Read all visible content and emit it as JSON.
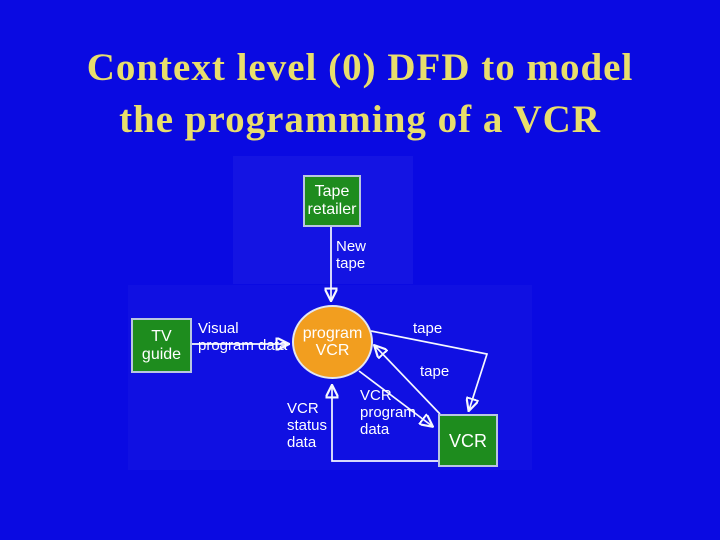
{
  "slide": {
    "title_line1": "Context level (0) DFD to model",
    "title_line2": "the programming of a VCR"
  },
  "diagram": {
    "type": "context-level-0-dfd",
    "external_entities": [
      {
        "id": "tape-retailer",
        "label": "Tape\nretailer"
      },
      {
        "id": "tv-guide",
        "label": "TV\nguide"
      },
      {
        "id": "vcr",
        "label": "VCR"
      }
    ],
    "process": {
      "id": "program-vcr",
      "label": "program\nVCR"
    },
    "flows": [
      {
        "id": "new-tape",
        "label": "New\ntape",
        "from": "Tape retailer",
        "to": "program VCR"
      },
      {
        "id": "visual-program-data",
        "label": "Visual\nprogram data",
        "from": "TV guide",
        "to": "program VCR"
      },
      {
        "id": "tape-out",
        "label": "tape",
        "from": "program VCR",
        "to": "VCR"
      },
      {
        "id": "tape-in",
        "label": "tape",
        "from": "VCR",
        "to": "program VCR"
      },
      {
        "id": "vcr-program-data",
        "label": "VCR\nprogram\ndata",
        "from": "program VCR",
        "to": "VCR"
      },
      {
        "id": "vcr-status-data",
        "label": "VCR\nstatus\ndata",
        "from": "VCR",
        "to": "program VCR"
      }
    ],
    "colors": {
      "background": "#0a0ae2",
      "title_text": "#e8de6c",
      "entity_fill": "#1e8c1e",
      "entity_border": "#b9c6e0",
      "process_fill": "#f29e1f",
      "flow": "#ffffff",
      "label_text": "#ffffff"
    }
  }
}
